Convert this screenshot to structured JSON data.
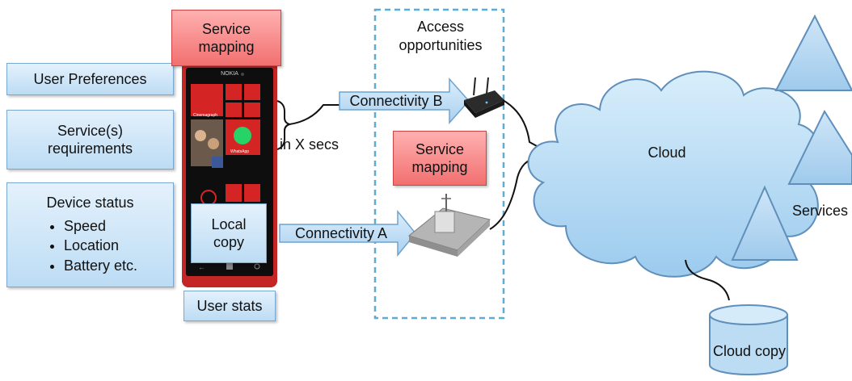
{
  "phone": {
    "top_mapping": "Service\nmapping",
    "local_copy": "Local\ncopy",
    "user_stats": "User stats",
    "brand": "NOKIA",
    "whatsapp": "WhatsApp",
    "cinemagraph": "Cinemagraph"
  },
  "left_boxes": {
    "user_preferences": "User Preferences",
    "service_requirements": "Service(s)\nrequirements",
    "device_status": "Device status",
    "device_items": [
      "Speed",
      "Location",
      "Battery etc."
    ]
  },
  "links": {
    "connectivity_b": "Connectivity B",
    "connectivity_a": "Connectivity A",
    "interval": "in X secs"
  },
  "access": {
    "title": "Access\nopportunities",
    "mapping": "Service\nmapping"
  },
  "cloud": {
    "label": "Cloud",
    "services": "Services",
    "cloud_copy": "Cloud copy"
  },
  "colors": {
    "blue_fill": "#bcdcf4",
    "red_fill": "#f27070",
    "arrow_fill": "#bfdcf3",
    "cloud_fill": "#b5dcf5",
    "dashed_border": "#5aaed6",
    "phone_body": "#c42626"
  }
}
